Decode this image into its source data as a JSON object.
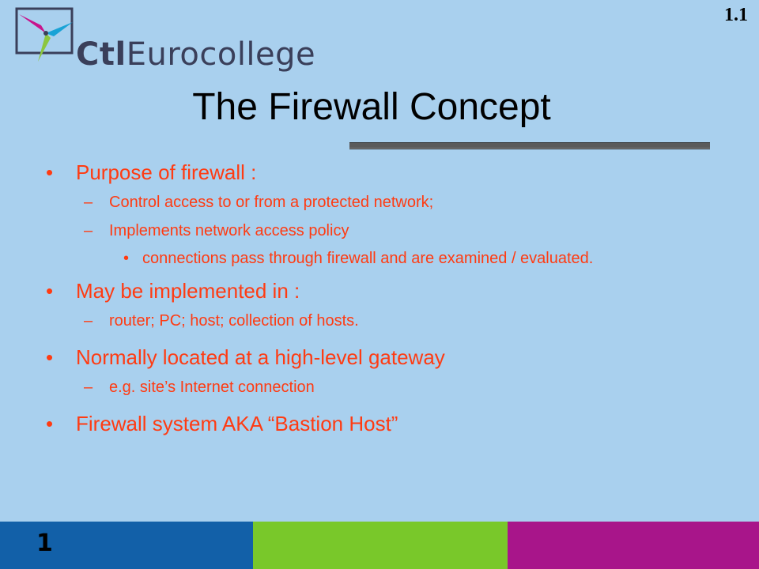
{
  "header": {
    "logo": {
      "brand_bold": "Ctl",
      "brand_rest": "Eurocollege",
      "icon": "pinwheel-logo-icon",
      "colors": {
        "frame": "#3a3f5a",
        "blade_magenta": "#c8148c",
        "blade_cyan": "#19a3d6",
        "blade_green": "#8cc63f",
        "text": "#3a3f5a"
      }
    },
    "slide_code": "1.1"
  },
  "slide": {
    "title": "The Firewall Concept",
    "items": [
      {
        "level": 1,
        "text": "Purpose of firewall :"
      },
      {
        "level": 2,
        "text": "Control access to or from a protected network;"
      },
      {
        "level": 2,
        "text": "Implements network access policy"
      },
      {
        "level": 3,
        "text": "connections pass through firewall and are examined / evaluated."
      },
      {
        "level": 1,
        "text": "May be implemented in :"
      },
      {
        "level": 2,
        "text": "router; PC; host; collection of hosts."
      },
      {
        "level": 1,
        "text": "Normally located at a high-level gateway"
      },
      {
        "level": 2,
        "text": "e.g. site’s Internet connection"
      },
      {
        "level": 1,
        "text": "Firewall system AKA “Bastion Host”"
      }
    ],
    "colors": {
      "background": "#a9d0ee",
      "bullet_text": "#ff3b12",
      "title": "#000000"
    }
  },
  "footer": {
    "page_number": "1",
    "bar_colors": [
      "#1260a8",
      "#79c82a",
      "#a8158a"
    ]
  }
}
